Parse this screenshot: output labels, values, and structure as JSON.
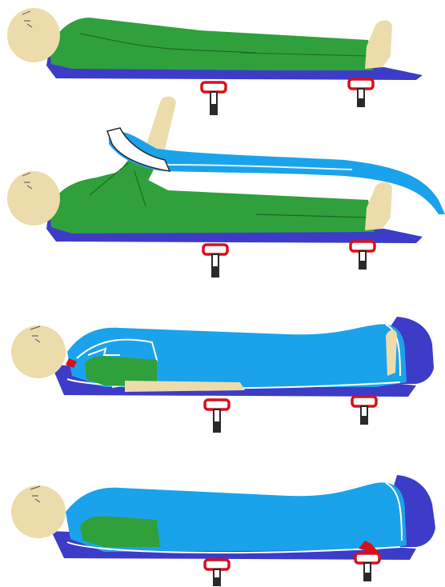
{
  "illustration": {
    "panels": [
      {
        "id": "panel-1",
        "stage": "lying"
      },
      {
        "id": "panel-2",
        "stage": "arm-raised-with-cover"
      },
      {
        "id": "panel-3",
        "stage": "cover-drawn-over-body"
      },
      {
        "id": "panel-4",
        "stage": "fully-covered-and-secured"
      }
    ],
    "colors": {
      "skin": "#ecdcab",
      "skin_outline": "#c9b98a",
      "clothing": "#2fa03c",
      "mattress": "#3c3cc8",
      "cover": "#1aa3ea",
      "cover_highlight": "#dff3ff",
      "strap": "#d8101b",
      "post": "#2a2a2a"
    }
  }
}
